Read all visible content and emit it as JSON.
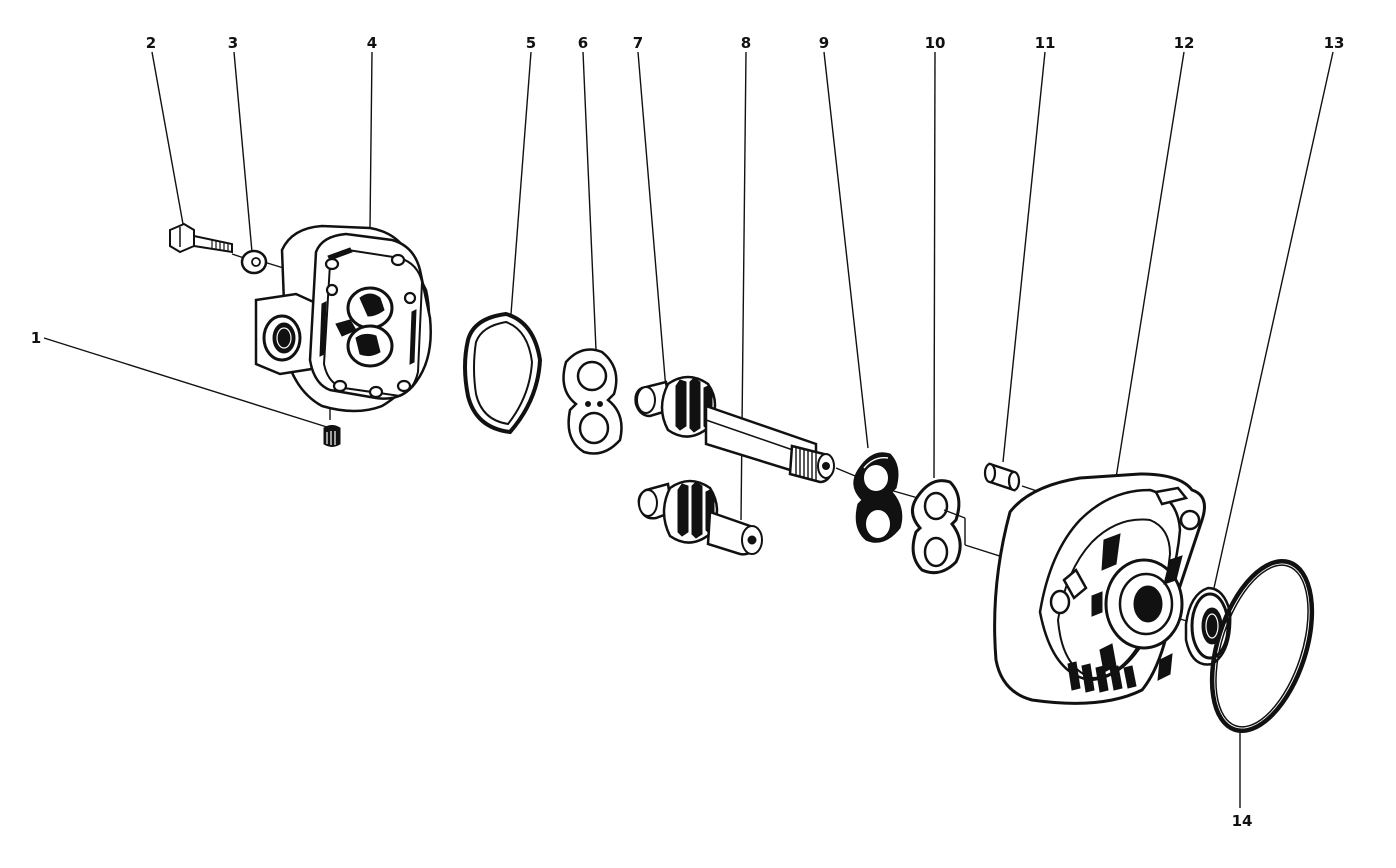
{
  "diagram": {
    "labels": {
      "p1": "1",
      "p2": "2",
      "p3": "3",
      "p4": "4",
      "p5": "5",
      "p6": "6",
      "p7": "7",
      "p8": "8",
      "p9": "9",
      "p10": "10",
      "p11": "11",
      "p12": "12",
      "p13": "13",
      "p14": "14"
    },
    "colors": {
      "ink": "#111111",
      "paper": "#ffffff"
    }
  }
}
